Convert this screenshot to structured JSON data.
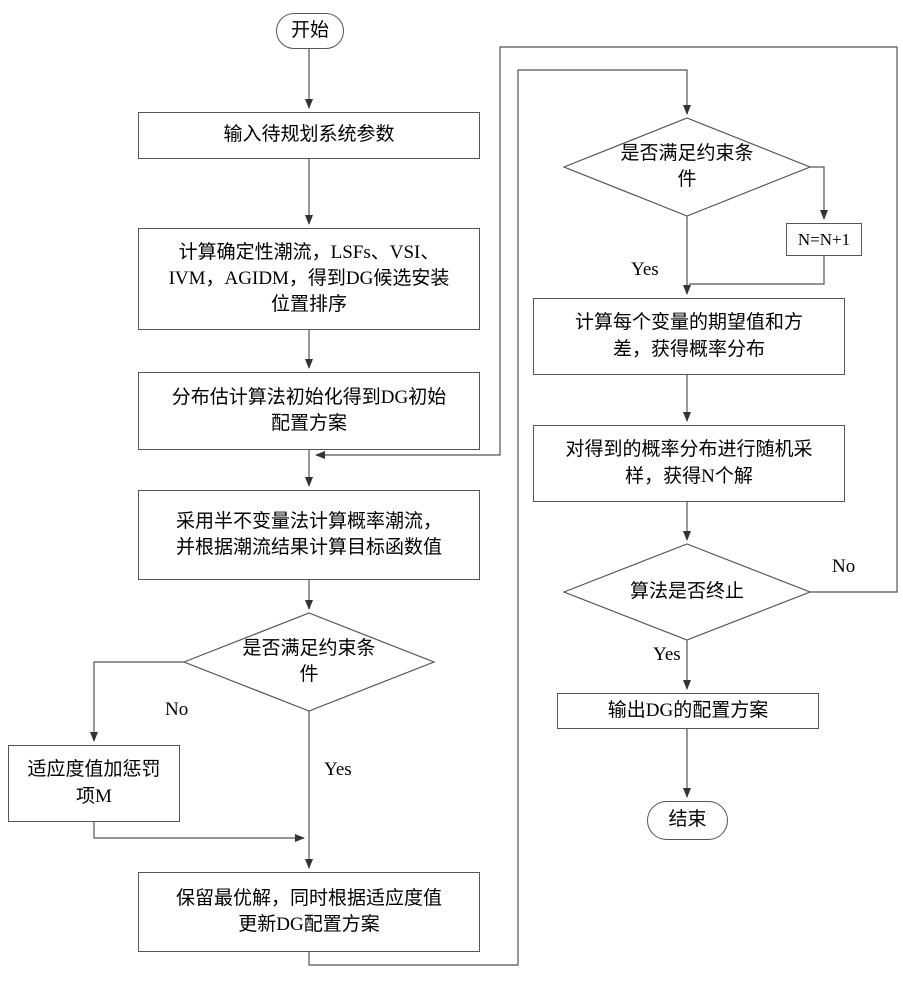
{
  "diagram_type": "flowchart",
  "colors": {
    "line": "#555555",
    "arrow": "#333333",
    "text": "#000000",
    "background": "#ffffff"
  },
  "nodes": {
    "start": "开始",
    "input_params": "输入待规划系统参数",
    "deterministic_flow": "计算确定性潮流，LSFs、VSI、IVM，AGIDM，得到DG候选安装位置排序",
    "eda_init": "分布估计算法初始化得到DG初始配置方案",
    "probabilistic_flow": "采用半不变量法计算概率潮流，并根据潮流结果计算目标函数值",
    "constraint_check_left": "是否满足约束条件",
    "penalty": "适应度值加惩罚项M",
    "keep_best": "保留最优解，同时根据适应度值更新DG配置方案",
    "constraint_check_right": "是否满足约束条件",
    "increment_n": "N=N+1",
    "expectation_variance": "计算每个变量的期望值和方差，获得概率分布",
    "random_sampling": "对得到的概率分布进行随机采样，获得N个解",
    "terminate_check": "算法是否终止",
    "output_config": "输出DG的配置方案",
    "end": "结束"
  },
  "branch_labels": {
    "left_no": "No",
    "left_yes": "Yes",
    "right_top_yes": "Yes",
    "right_bottom_yes": "Yes",
    "right_bottom_no": "No"
  }
}
